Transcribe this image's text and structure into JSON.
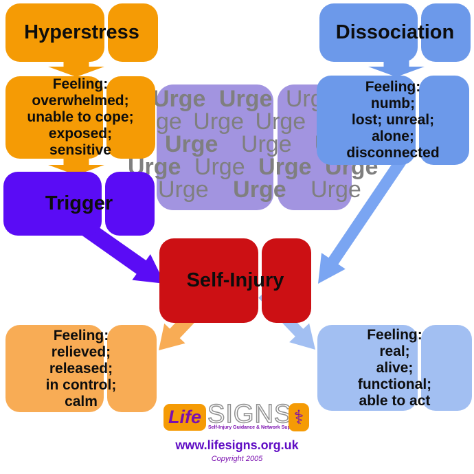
{
  "colors": {
    "orange": "#F59B05",
    "orange_light": "#F8AC55",
    "blue": "#6C99EA",
    "blue_light": "#A2BFF2",
    "arrow_blue": "#7AA5F2",
    "violet": "#5A0CF5",
    "red": "#CC1014",
    "urge_bg": "#A294E0",
    "urge_text": "#7F7F7F",
    "logo_purple": "#7A0FAF",
    "link_purple": "#5F0CC4",
    "text": "#0D0D0D"
  },
  "boxes": {
    "hyperstress": {
      "label": "Hyperstress"
    },
    "feeling_hyperstress": {
      "lines": [
        "Feeling:",
        "overwhelmed;",
        "unable to cope;",
        "exposed;",
        "sensitive"
      ]
    },
    "trigger": {
      "label": "Trigger"
    },
    "dissociation": {
      "label": "Dissociation"
    },
    "feeling_dissociation": {
      "lines": [
        "Feeling:",
        "numb;",
        "lost; unreal;",
        "alone;",
        "disconnected"
      ]
    },
    "self_injury": {
      "label": "Self-Injury"
    },
    "feeling_after_left": {
      "lines": [
        "Feeling:",
        "relieved;",
        "released;",
        "in control;",
        "calm"
      ]
    },
    "feeling_after_right": {
      "lines": [
        "Feeling:",
        "real;",
        "alive;",
        "functional;",
        "able to act"
      ]
    }
  },
  "urge": {
    "word": "Urge",
    "lines": [
      [
        {
          "t": "Urge",
          "b": 1
        },
        {
          "t": "Urge",
          "b": 1
        },
        {
          "t": "Urge",
          "b": 0
        }
      ],
      [
        {
          "t": "ge",
          "b": 0
        },
        {
          "t": "Urge",
          "b": 0
        },
        {
          "t": "Urge",
          "b": 0
        },
        {
          "t": "Ur",
          "b": 0
        }
      ],
      [
        {
          "t": "Urge",
          "b": 1
        },
        {
          "t": "Urge",
          "b": 0
        },
        {
          "t": "Urge",
          "b": 1
        }
      ],
      [
        {
          "t": "Urge",
          "b": 1
        },
        {
          "t": "Urge",
          "b": 0
        },
        {
          "t": "Urge",
          "b": 1
        },
        {
          "t": "Urge",
          "b": 1
        }
      ],
      [
        {
          "t": "Urge",
          "b": 0
        },
        {
          "t": "Urge",
          "b": 1
        },
        {
          "t": "Urge",
          "b": 0
        }
      ]
    ]
  },
  "logo": {
    "life": "Life",
    "signs": "SIGNS",
    "tagline": "Self-Injury Guidance & Network Support",
    "caduceus_glyph": "⚕"
  },
  "footer": {
    "url": "www.lifesigns.org.uk",
    "copyright": "Copyright 2005"
  }
}
